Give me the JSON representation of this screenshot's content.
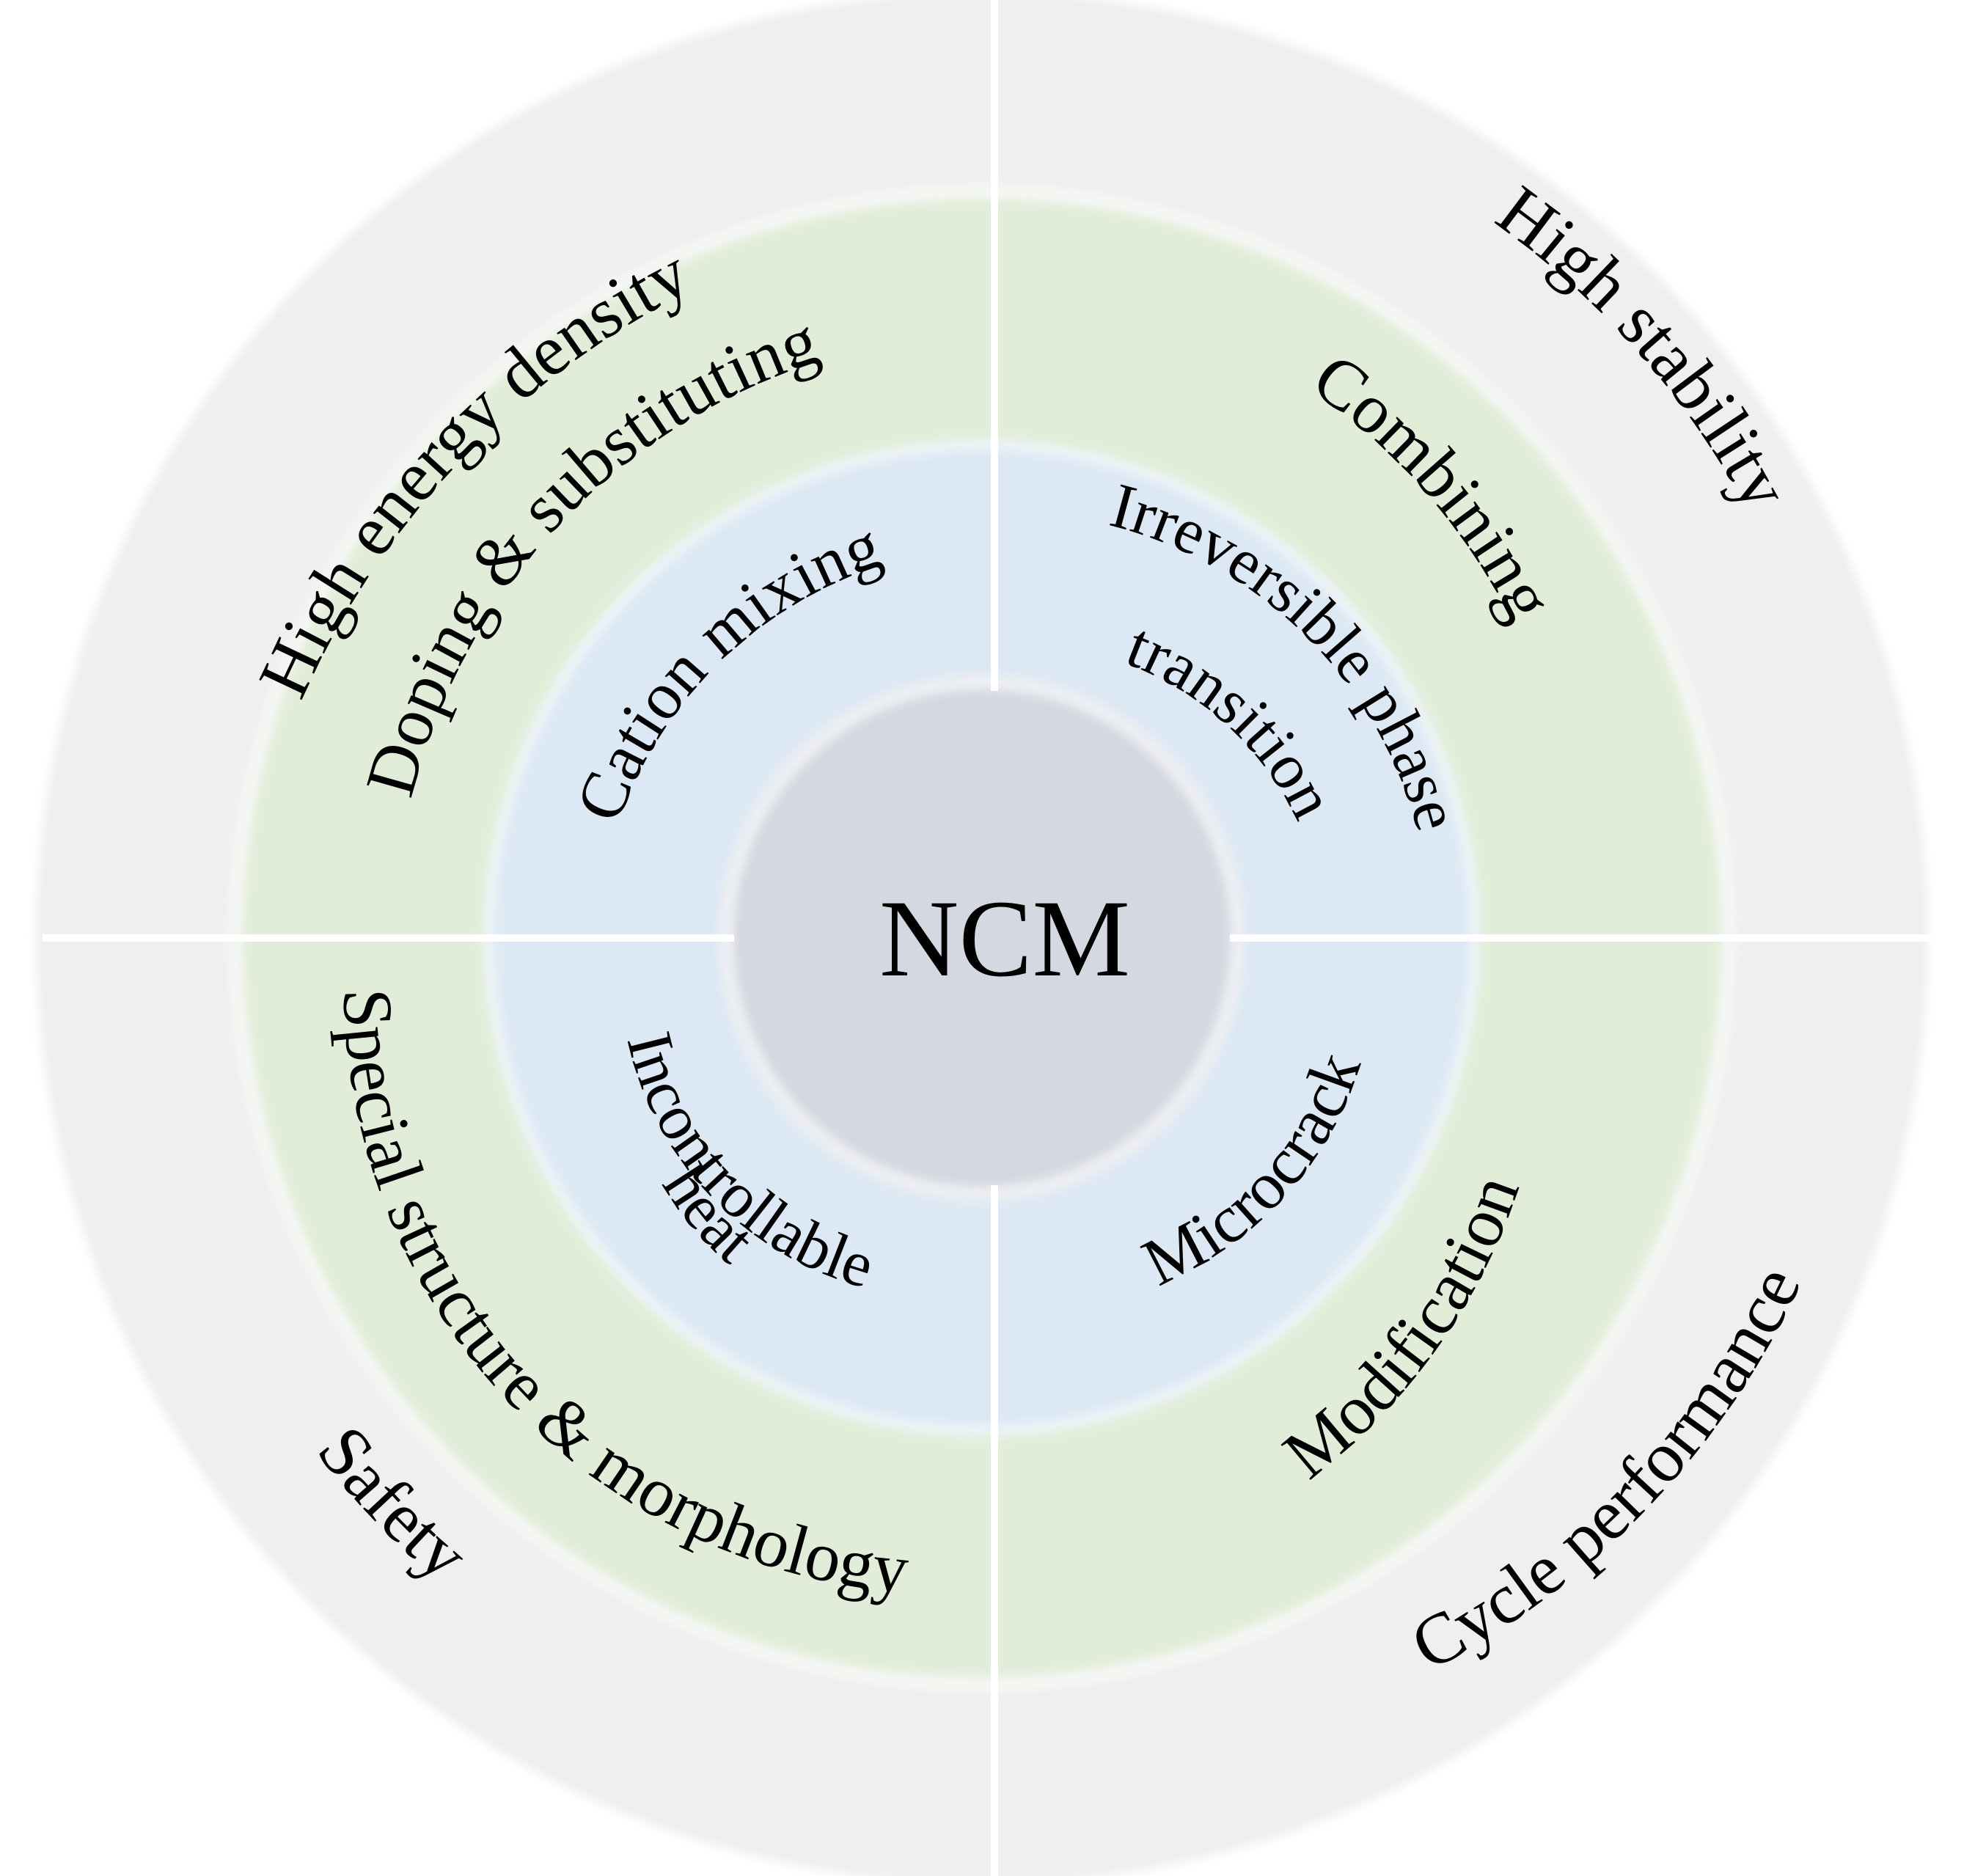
{
  "center": {
    "label": "NCM",
    "color": "#d4d8e0"
  },
  "colors": {
    "outer_ring": "#efefef",
    "middle_ring": "#e2edd9",
    "inner_ring": "#dce8f4",
    "divider": "#ffffff",
    "text": "#000000"
  },
  "outer_ring": {
    "top_left": "High energy density",
    "top_right": "High stability",
    "bottom_left": "Safety",
    "bottom_right": "Cycle performance"
  },
  "middle_ring": {
    "top_left": "Doping & substituting",
    "top_right": "Combining",
    "bottom_left": "Special structure & morphology",
    "bottom_right": "Modification"
  },
  "inner_ring": {
    "top_left": "Cation mixing",
    "top_right_line1": "Irreversible phase",
    "top_right_line2": "transition",
    "bottom_left_line1": "Incontrollable",
    "bottom_left_line2": "heat",
    "bottom_right": "Microcrack"
  }
}
